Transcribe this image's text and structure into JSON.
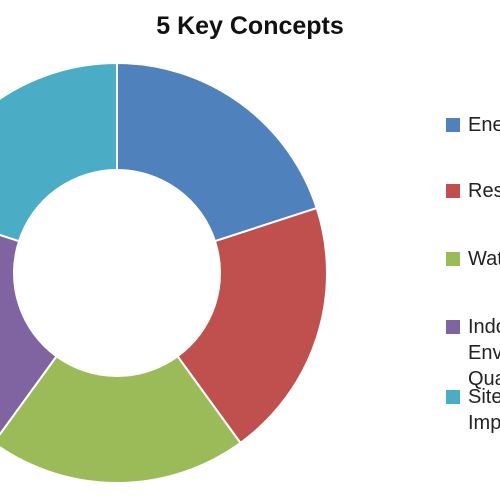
{
  "chart_data": {
    "type": "pie",
    "title": "5 Key Concepts",
    "categories": [
      "Energy",
      "Resources",
      "Water",
      "Indoor Environmental Quality",
      "Site Impact"
    ],
    "values": [
      20,
      20,
      20,
      20,
      20
    ],
    "colors": [
      "#4F81BD",
      "#C0504D",
      "#9BBB59",
      "#8064A2",
      "#4BACC6"
    ],
    "legend_placement": "right",
    "donut": true
  }
}
